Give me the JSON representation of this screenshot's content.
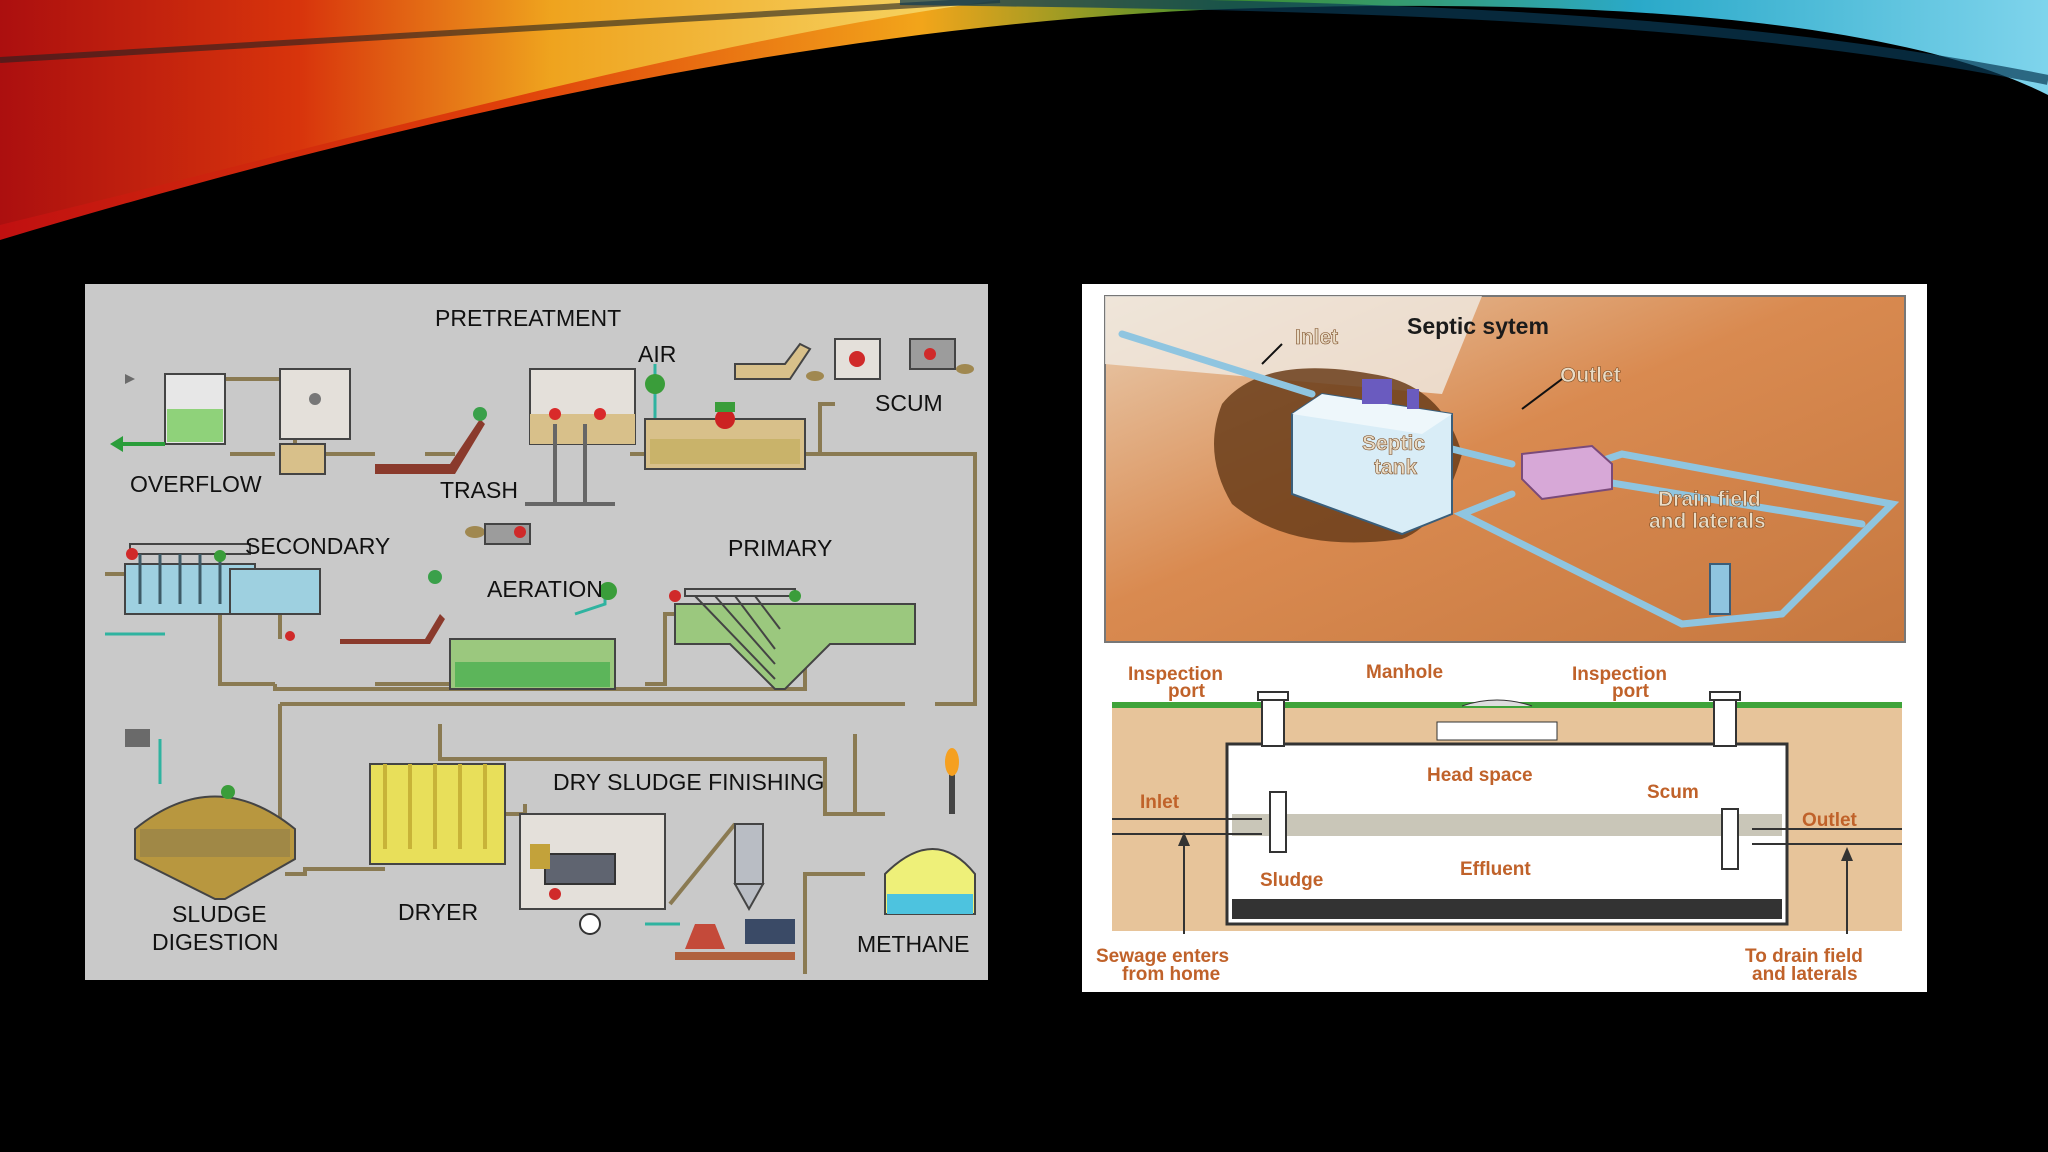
{
  "treatment_plant": {
    "labels": {
      "pretreatment": "PRETREATMENT",
      "air": "AIR",
      "scum": "SCUM",
      "overflow": "OVERFLOW",
      "trash": "TRASH",
      "secondary": "SECONDARY",
      "primary": "PRIMARY",
      "aeration": "AERATION",
      "dry_sludge_finishing": "DRY SLUDGE FINISHING",
      "sludge_digestion_line1": "SLUDGE",
      "sludge_digestion_line2": "DIGESTION",
      "dryer": "DRYER",
      "methane": "METHANE"
    }
  },
  "septic": {
    "title": "Septic sytem",
    "inlet": "Inlet",
    "outlet": "Outlet",
    "tank_line1": "Septic",
    "tank_line2": "tank",
    "drain_line1": "Drain field",
    "drain_line2": "and laterals",
    "cross_section": {
      "inspection_port_left_line1": "Inspection",
      "inspection_port_left_line2": "port",
      "manhole": "Manhole",
      "inspection_port_right_line1": "Inspection",
      "inspection_port_right_line2": "port",
      "head_space": "Head space",
      "inlet": "Inlet",
      "scum": "Scum",
      "outlet": "Outlet",
      "sludge": "Sludge",
      "effluent": "Effluent",
      "sewage_line1": "Sewage enters",
      "sewage_line2": "from home",
      "drain_line1": "To drain field",
      "drain_line2": "and laterals"
    }
  },
  "colors": {
    "background": "#000000",
    "left_panel": "#c9c9c9",
    "septic_label": "#c0622a",
    "water": "#3fb6d6",
    "sludge": "#b8973f",
    "pipe": "#8a7a52"
  }
}
